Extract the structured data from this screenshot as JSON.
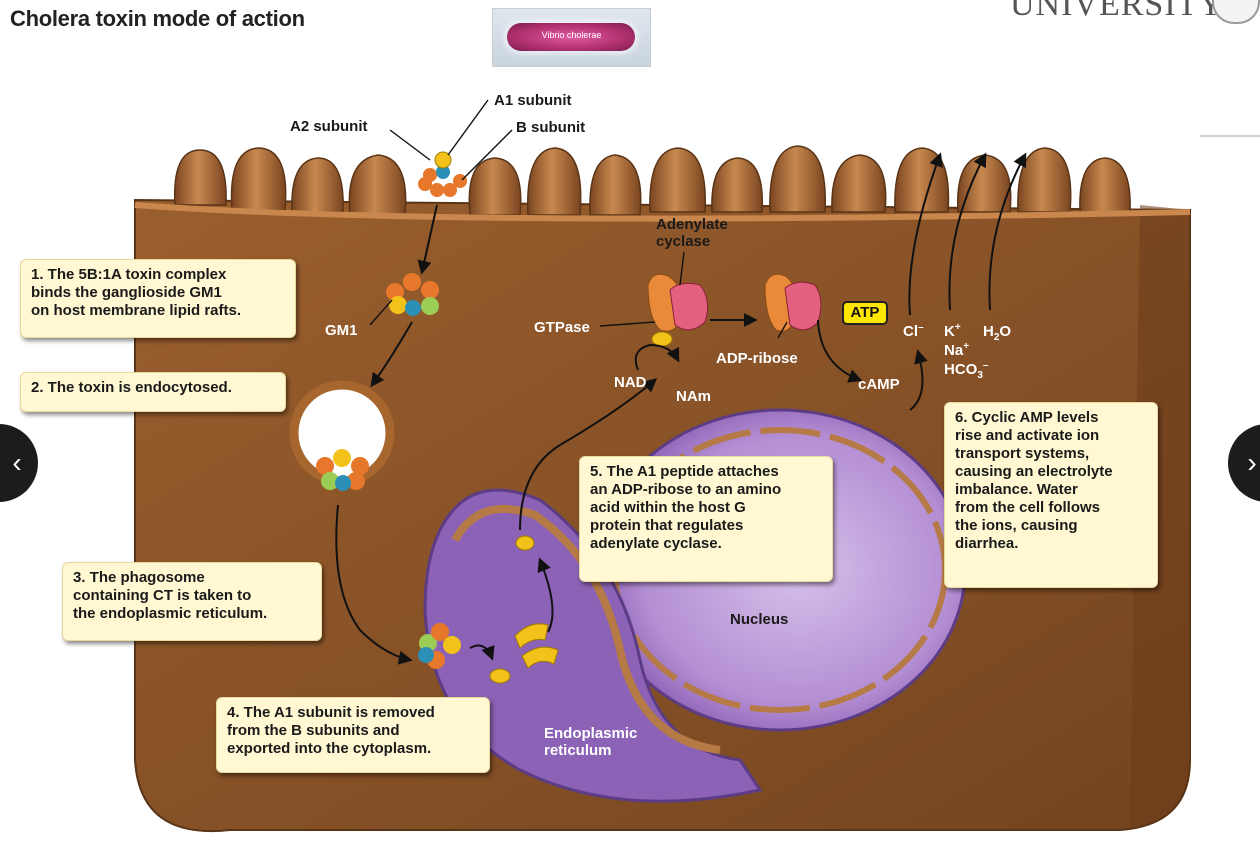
{
  "title": "Cholera toxin mode of action",
  "thumbnail_caption": "Vibrio cholerae",
  "logo_text": "UNIVERSITY",
  "nav": {
    "prev": "‹",
    "next": "›"
  },
  "labels": {
    "a1_subunit": "A1 subunit",
    "a2_subunit": "A2 subunit",
    "b_subunit": "B subunit",
    "adenylate_cyclase": "Adenylate\ncyclase",
    "gm1": "GM1",
    "gtpase": "GTPase",
    "adp_ribose": "ADP-ribose",
    "atp": "ATP",
    "camp": "cAMP",
    "nad": "NAD",
    "nam": "NAm",
    "cl": "Cl",
    "cl_sup": "–",
    "k": "K",
    "k_sup": "+",
    "h2o_h": "H",
    "h2o_sub": "2",
    "h2o_o": "O",
    "na": "Na",
    "na_sup": "+",
    "hco": "HCO",
    "hco_sub": "3",
    "hco_sup": "–",
    "nucleus": "Nucleus",
    "er": "Endoplasmic\nreticulum"
  },
  "steps": [
    "1. The 5B:1A toxin complex\nbinds the ganglioside GM1\non host membrane lipid rafts.",
    "2. The toxin is endocytosed.",
    "3. The phagosome\ncontaining CT is taken to\nthe endoplasmic reticulum.",
    "4. The A1 subunit is removed\nfrom the B subunits and\nexported into the cytoplasm.",
    "5. The A1 peptide attaches\nan ADP-ribose to an amino\nacid within the host G\nprotein that regulates\nadenylate cyclase.",
    "6. Cyclic AMP levels\nrise and activate ion\ntransport systems,\ncausing an electrolyte\nimbalance. Water\nfrom the cell follows\nthe ions, causing\ndiarrhea."
  ],
  "colors": {
    "cell": "#8a5428",
    "cell_light": "#c98a52",
    "membrane": "#a8662f",
    "nucleus": "#8b62b5",
    "nucleus_light": "#c4a6dc",
    "toxin_yellow": "#f2c21a",
    "toxin_orange": "#e7772a",
    "toxin_blue": "#2b8fb8",
    "toxin_green": "#9bcc55",
    "cyclase_pink": "#e3607e",
    "gtpase_orange": "#e88a3a",
    "callout_bg": "#fff8d2",
    "atp_bg": "#ffe600"
  }
}
